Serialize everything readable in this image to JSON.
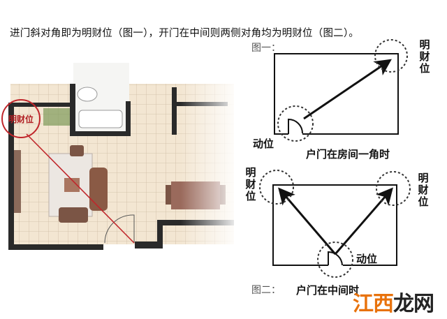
{
  "caption": "进门斜对角即为明财位（图一），开门在中间则两侧对角均为明财位（图二）。",
  "floorplan": {
    "wealth_label": "明财位"
  },
  "figure1": {
    "label": "图一：",
    "wealth_label": "明财位",
    "door_label": "动位",
    "description": "户门在房间一角时"
  },
  "figure2": {
    "label": "图二：",
    "wealth_label_left": "明财位",
    "wealth_label_right": "明财位",
    "door_label": "动位",
    "description": "户门在中间时"
  },
  "watermark": {
    "part1": "江西",
    "part2": "龙网"
  },
  "colors": {
    "wall": "#222222",
    "tile": "#f3e6d2",
    "highlight": "#c0262b",
    "watermark_orange": "#e8720c"
  }
}
